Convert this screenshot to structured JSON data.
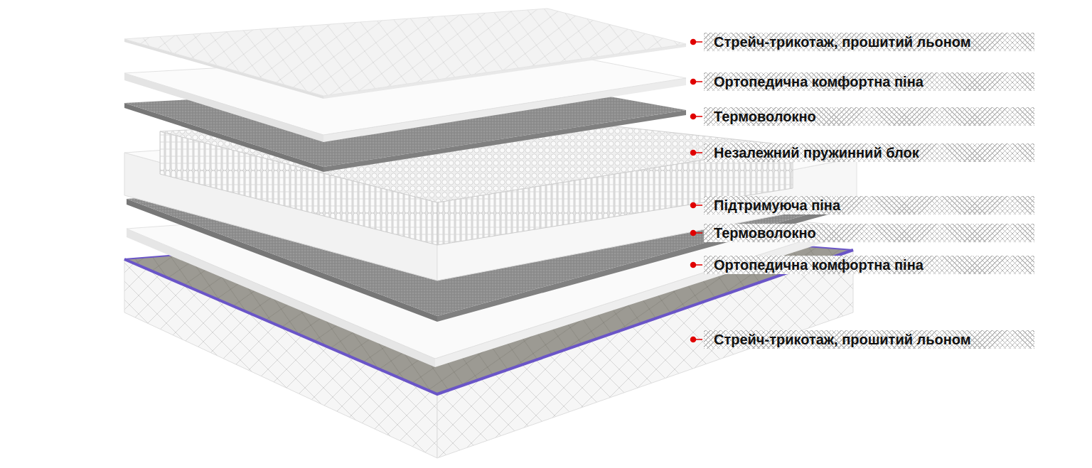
{
  "diagram": {
    "labels": [
      "Стрейч-трикотаж, прошитий льоном",
      "Ортопедична комфортна піна",
      "Термоволокно",
      "Незалежний пружинний блок",
      "Підтримуюча піна",
      "Термоволокно",
      "Ортопедична комфортна піна",
      "Стрейч-трикотаж, прошитий льоном"
    ]
  }
}
